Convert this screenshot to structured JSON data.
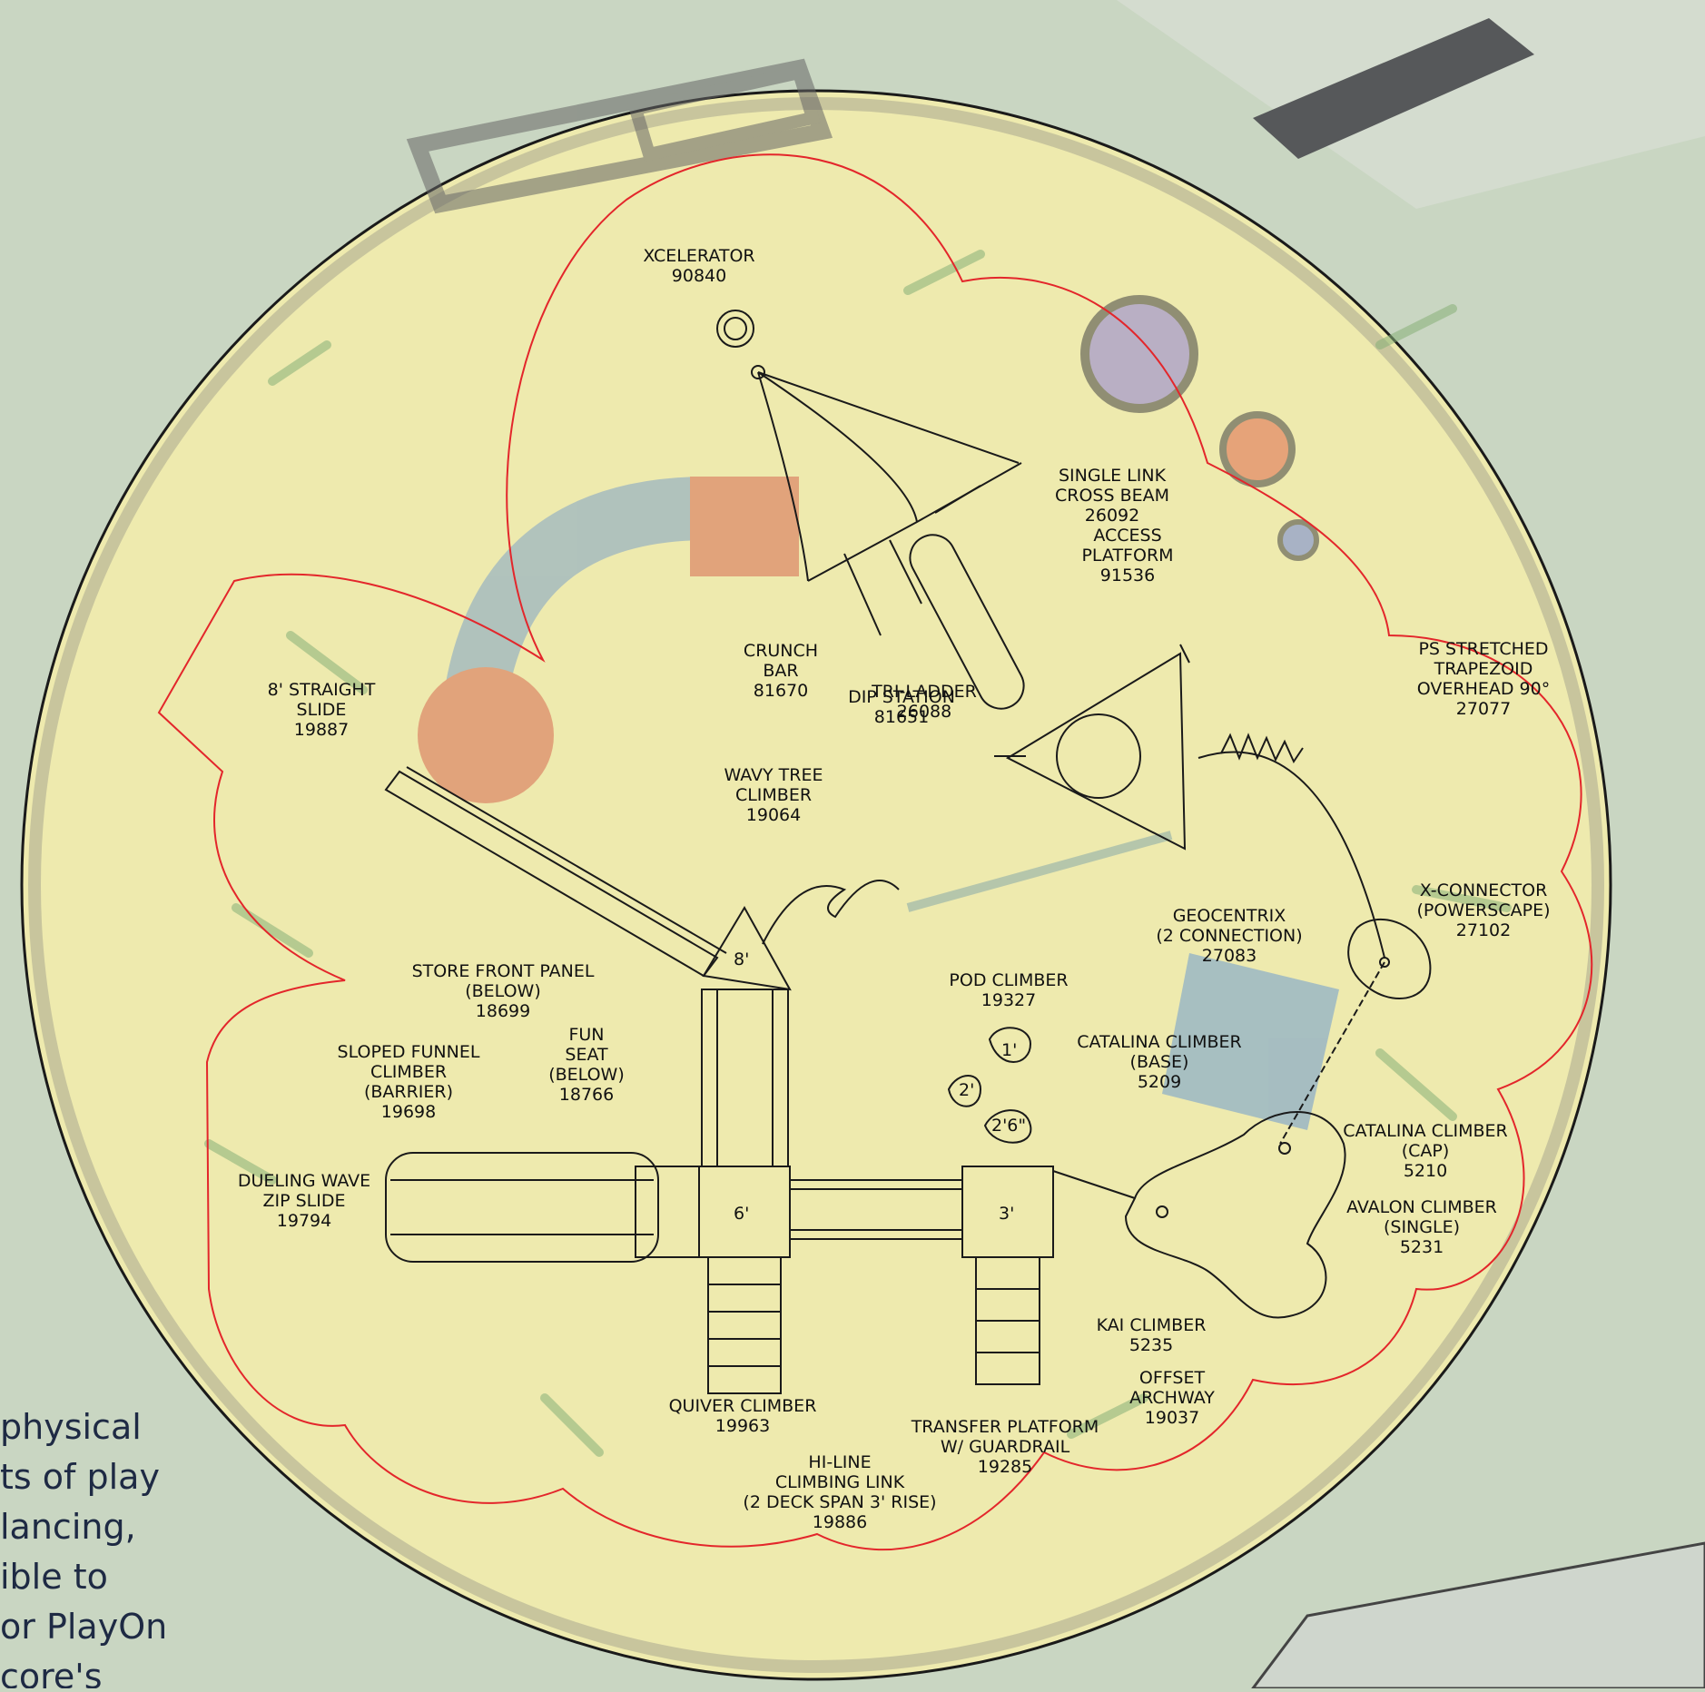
{
  "labels": {
    "xcelerator": [
      "XCELERATOR",
      "90840"
    ],
    "single_link_cross_beam": [
      "SINGLE LINK",
      "CROSS BEAM",
      "26092"
    ],
    "access_platform": [
      "ACCESS",
      "PLATFORM",
      "91536"
    ],
    "crunch_bar": [
      "CRUNCH",
      "BAR",
      "81670"
    ],
    "tri_ladder": [
      "TRI-LADDER",
      "26088"
    ],
    "dip_station": [
      "DIP STATION",
      "81651"
    ],
    "straight_slide": [
      "8' STRAIGHT",
      "SLIDE",
      "19887"
    ],
    "ps_stretched_trapezoid": [
      "PS STRETCHED",
      "TRAPEZOID",
      "OVERHEAD 90°",
      "27077"
    ],
    "wavy_tree_climber": [
      "WAVY TREE",
      "CLIMBER",
      "19064"
    ],
    "x_connector": [
      "X-CONNECTOR",
      "(POWERSCAPE)",
      "27102"
    ],
    "geocentrix": [
      "GEOCENTRIX",
      "(2 CONNECTION)",
      "27083"
    ],
    "store_front_panel": [
      "STORE FRONT PANEL",
      "(BELOW)",
      "18699"
    ],
    "pod_climber": [
      "POD CLIMBER",
      "19327"
    ],
    "fun_seat": [
      "FUN",
      "SEAT",
      "(BELOW)",
      "18766"
    ],
    "sloped_funnel_climber": [
      "SLOPED FUNNEL",
      "CLIMBER",
      "(BARRIER)",
      "19698"
    ],
    "catalina_climber_base": [
      "CATALINA CLIMBER",
      "(BASE)",
      "5209"
    ],
    "catalina_climber_cap": [
      "CATALINA CLIMBER",
      "(CAP)",
      "5210"
    ],
    "dueling_wave_zip_slide": [
      "DUELING WAVE",
      "ZIP SLIDE",
      "19794"
    ],
    "avalon_climber": [
      "AVALON CLIMBER",
      "(SINGLE)",
      "5231"
    ],
    "kai_climber": [
      "KAI CLIMBER",
      "5235"
    ],
    "offset_archway": [
      "OFFSET",
      "ARCHWAY",
      "19037"
    ],
    "quiver_climber": [
      "QUIVER CLIMBER",
      "19963"
    ],
    "transfer_platform": [
      "TRANSFER PLATFORM",
      "W/ GUARDRAIL",
      "19285"
    ],
    "hi_line_climbing_link": [
      "HI-LINE",
      "CLIMBING LINK",
      "(2 DECK SPAN 3' RISE)",
      "19886"
    ]
  },
  "deck_heights": {
    "top_deck": "8'",
    "main_deck": "6'",
    "side_deck": "3'",
    "pod_1": "1'",
    "pod_2": "2'",
    "pod_3": "2'6\""
  },
  "side_text": [
    "physical",
    "ts of play",
    "lancing,",
    "ible to",
    "or PlayOn",
    "core's"
  ],
  "colors": {
    "ground": "#c9d6c2",
    "circle_fill": "#eeeaae",
    "use_zone": "#e3262b",
    "slide_blue": "#9fbfdc",
    "accent_red": "#dd7a62",
    "accent_purple": "#a79ae0"
  }
}
